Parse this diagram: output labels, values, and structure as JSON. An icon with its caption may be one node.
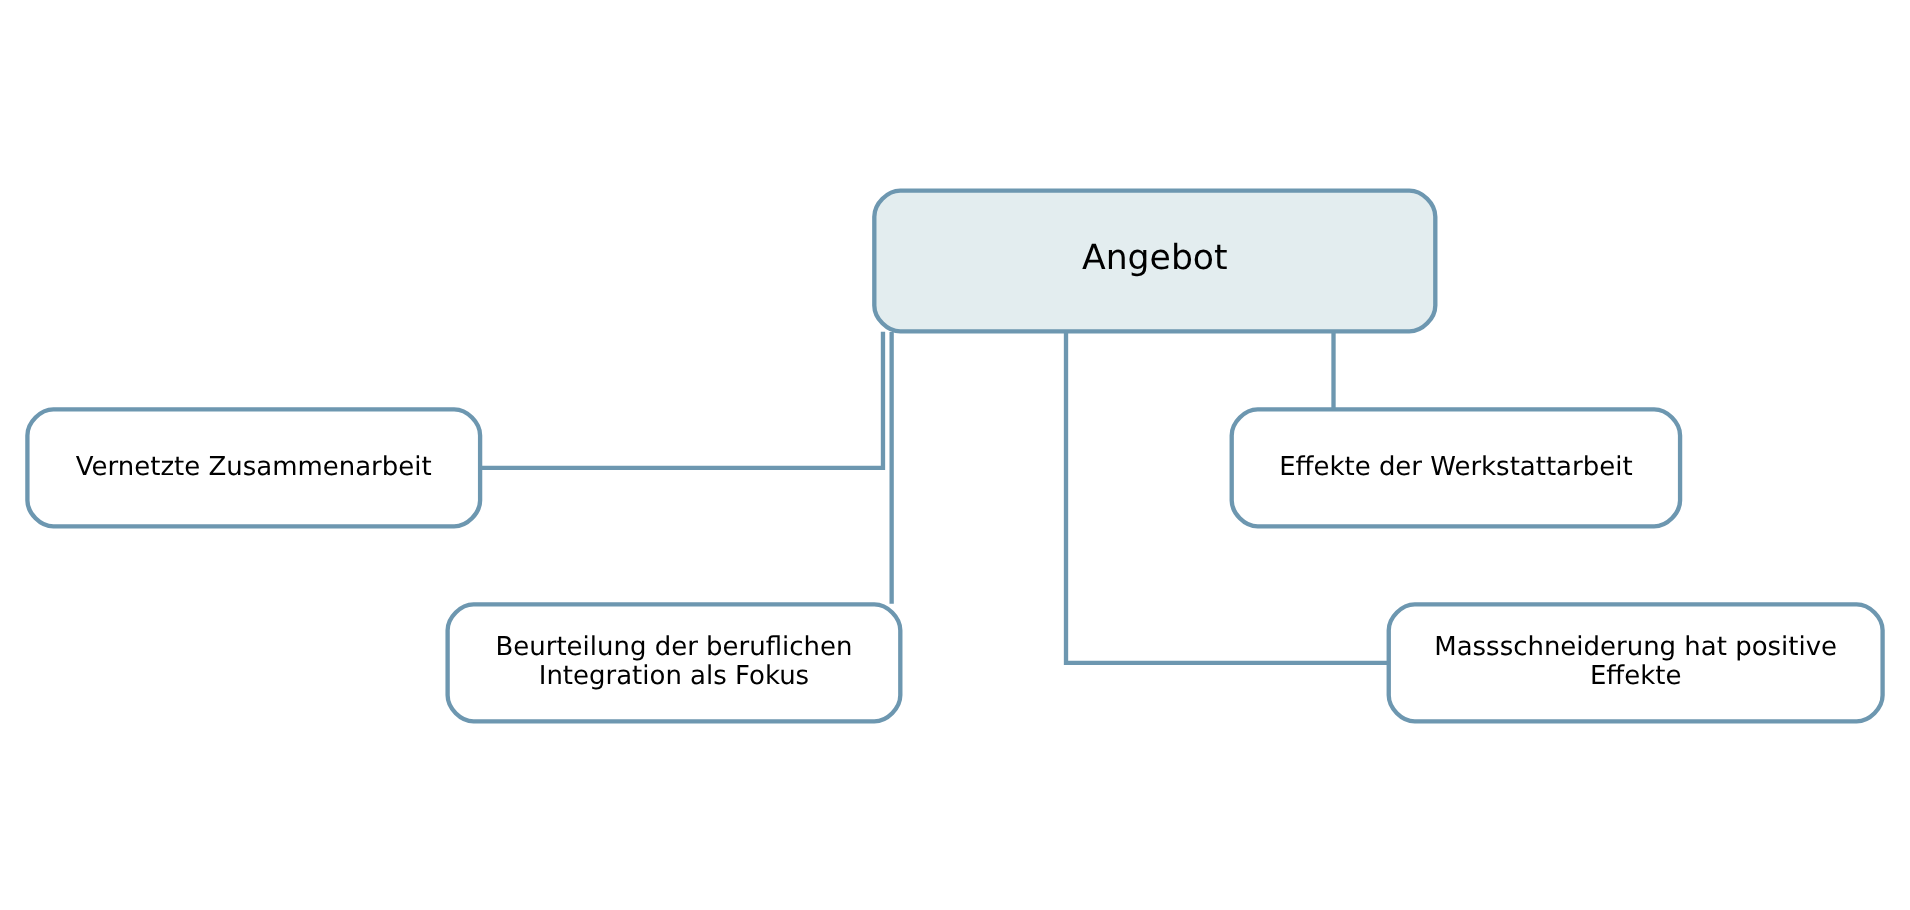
{
  "diagram": {
    "nodes": [
      {
        "text": [
          "Angebot"
        ]
      },
      {
        "text": [
          "Vernetzte Zusammenarbeit"
        ]
      },
      {
        "text": [
          "Effekte der Werkstattarbeit"
        ]
      },
      {
        "text": [
          "Beurteilung der beruflichen Integration als Fokus"
        ]
      },
      {
        "text": [
          "Massschneiderung hat positive Effekte"
        ]
      }
    ],
    "edges": [
      {
        "from": 0,
        "to": 1,
        "arrow": "none"
      },
      {
        "from": 0,
        "to": 2,
        "arrow": "none"
      },
      {
        "from": 0,
        "to": 3,
        "arrow": "none"
      },
      {
        "from": 0,
        "to": 4,
        "arrow": "none"
      }
    ]
  }
}
